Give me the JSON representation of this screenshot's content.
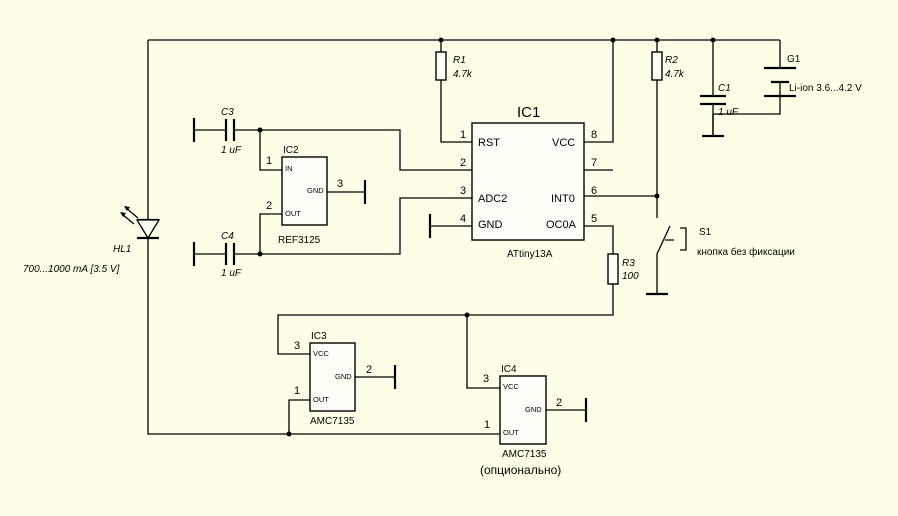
{
  "ic1": {
    "ref": "IC1",
    "part": "ATtiny13A",
    "pins": {
      "p1": "1",
      "p2": "2",
      "p3": "3",
      "p4": "4",
      "p5": "5",
      "p6": "6",
      "p7": "7",
      "p8": "8"
    },
    "pin_names": {
      "rst": "RST",
      "adc2": "ADC2",
      "gnd": "GND",
      "vcc": "VCC",
      "int0": "INT0",
      "oc0a": "OC0A"
    }
  },
  "ic2": {
    "ref": "IC2",
    "part": "REF3125",
    "pin_in": "1",
    "pin_out": "2",
    "pin_gnd": "3",
    "name_in": "IN",
    "name_out": "OUT",
    "name_gnd": "GND"
  },
  "ic3": {
    "ref": "IC3",
    "part": "AMC7135",
    "pin_vcc": "3",
    "pin_out": "1",
    "pin_gnd": "2",
    "name_vcc": "VCC",
    "name_out": "OUT",
    "name_gnd": "GND"
  },
  "ic4": {
    "ref": "IC4",
    "part": "AMC7135",
    "note": "(опционально)",
    "pin_vcc": "3",
    "pin_out": "1",
    "pin_gnd": "2",
    "name_vcc": "VCC",
    "name_out": "OUT",
    "name_gnd": "GND"
  },
  "r1": {
    "ref": "R1",
    "value": "4.7k"
  },
  "r2": {
    "ref": "R2",
    "value": "4.7k"
  },
  "r3": {
    "ref": "R3",
    "value": "100"
  },
  "c1": {
    "ref": "C1",
    "value": "1 uF"
  },
  "c3": {
    "ref": "C3",
    "value": "1 uF"
  },
  "c4": {
    "ref": "C4",
    "value": "1 uF"
  },
  "g1": {
    "ref": "G1",
    "value": "Li-ion 3.6...4.2 V"
  },
  "s1": {
    "ref": "S1",
    "desc": "кнопка без фиксации"
  },
  "hl1": {
    "ref": "HL1",
    "value": "700...1000 mA [3.5 V]"
  }
}
